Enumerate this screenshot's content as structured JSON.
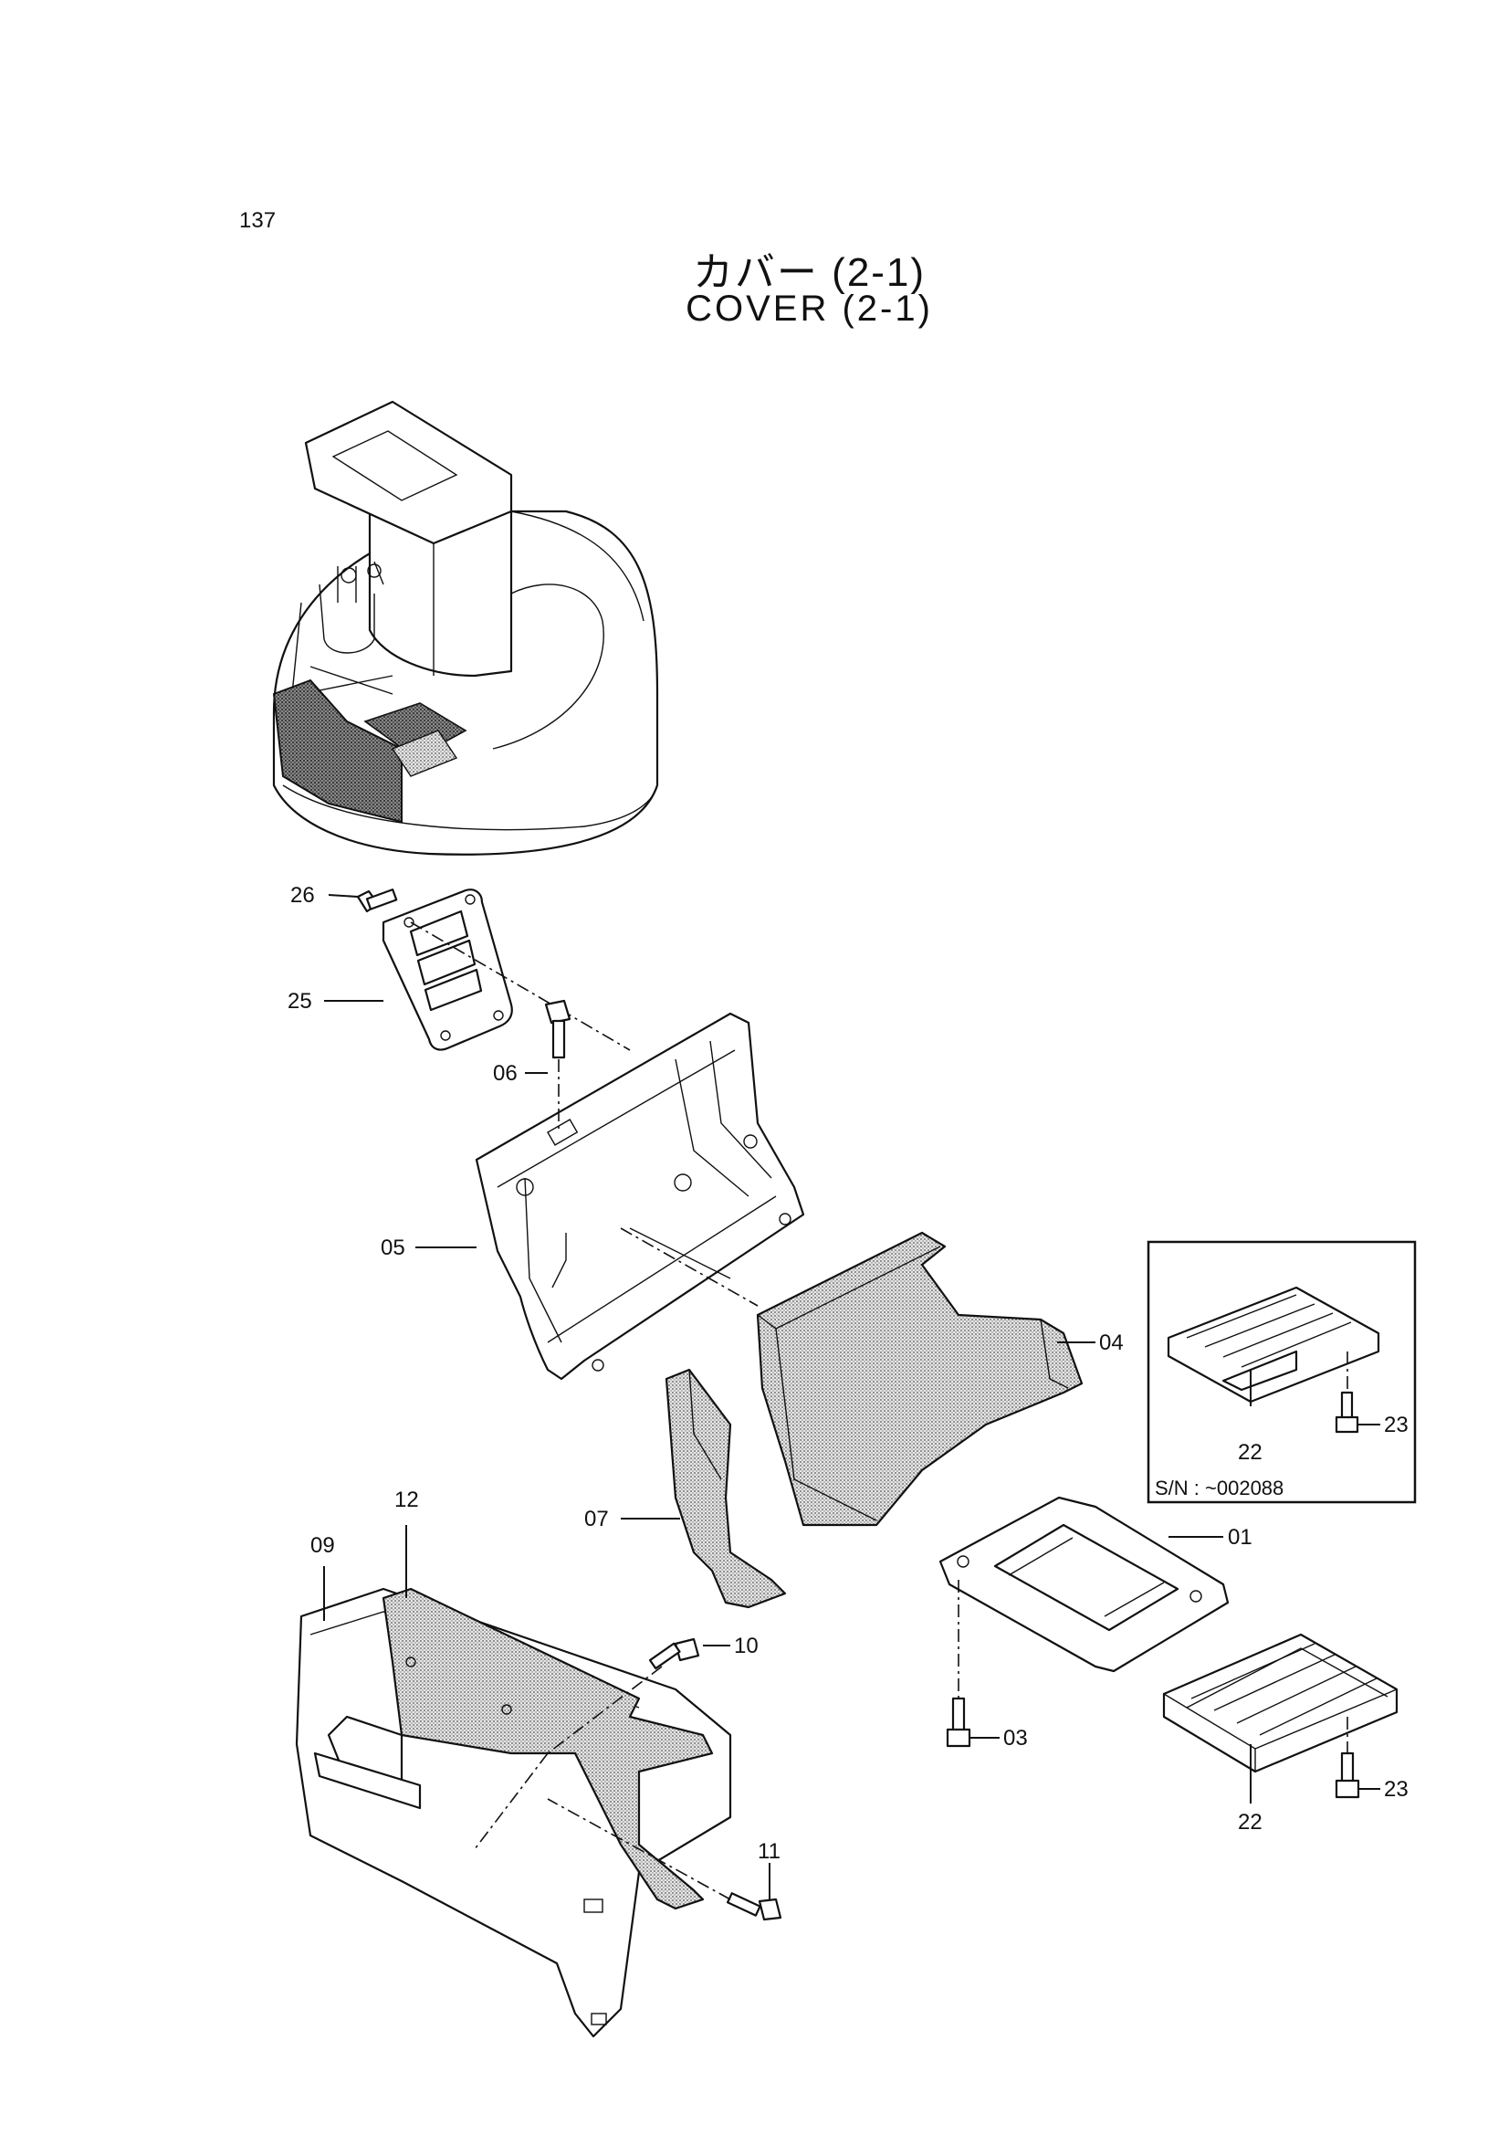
{
  "page_number": "137",
  "title_jp": "カバー  (2-1)",
  "title_en": "COVER  (2-1)",
  "inset_note": "S/N : ~002088",
  "callouts": [
    {
      "id": "c26",
      "label": "26"
    },
    {
      "id": "c25",
      "label": "25"
    },
    {
      "id": "c06",
      "label": "06"
    },
    {
      "id": "c05",
      "label": "05"
    },
    {
      "id": "c04",
      "label": "04"
    },
    {
      "id": "c07",
      "label": "07"
    },
    {
      "id": "c12",
      "label": "12"
    },
    {
      "id": "c09",
      "label": "09"
    },
    {
      "id": "c10",
      "label": "10"
    },
    {
      "id": "c11",
      "label": "11"
    },
    {
      "id": "c01",
      "label": "01"
    },
    {
      "id": "c03",
      "label": "03"
    },
    {
      "id": "c22a",
      "label": "22"
    },
    {
      "id": "c23a",
      "label": "23"
    },
    {
      "id": "c22b",
      "label": "22"
    },
    {
      "id": "c23b",
      "label": "23"
    }
  ]
}
